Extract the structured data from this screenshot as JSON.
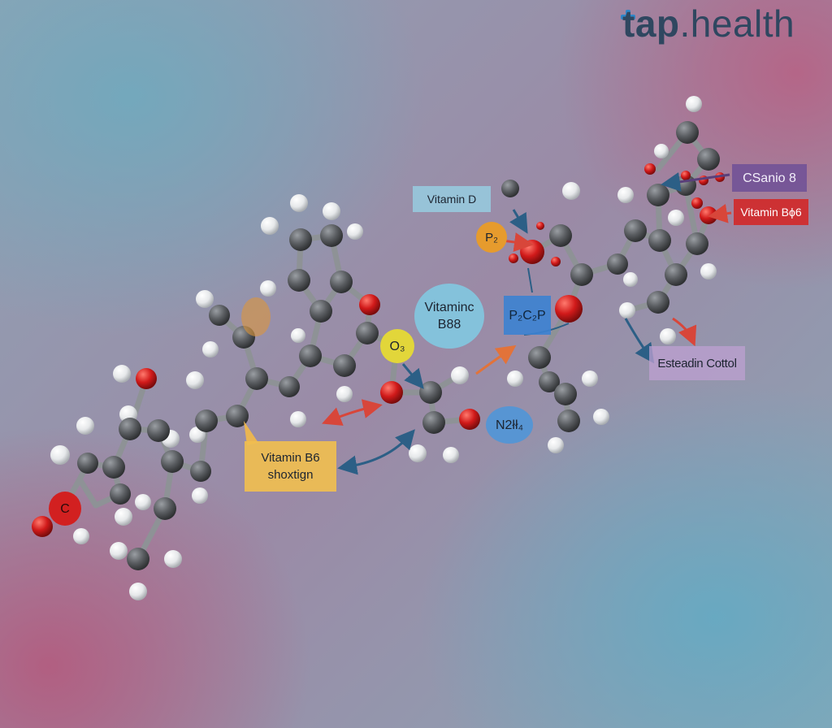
{
  "brand": {
    "part1": "tap",
    "part2": ".health"
  },
  "labels": {
    "vitamin_d": "Vitamin D",
    "vitamin_b6_line1": "Vitamin B6",
    "vitamin_b6_line2": "shoxtign",
    "vitamin_b6_right": "Vitamin Bϕ6",
    "csanio": "CSanio 8",
    "esteadin": "Esteadin Cottol",
    "p2c2p": "P₂C₂P",
    "vitaminc_line1": "Vitaminc",
    "vitaminc_line2": "B88",
    "n2": "N2łł₄",
    "o3": "O₃",
    "p2": "P₂",
    "c": "C"
  },
  "colors": {
    "carbon": "#5a5d61",
    "hydrogen": "#e9ebec",
    "oxygen": "#d11a1a",
    "bond": "#8e9296",
    "arrow_red": "#d8463a",
    "arrow_blue": "#2c5f86",
    "arrow_orange": "#e2733a"
  }
}
